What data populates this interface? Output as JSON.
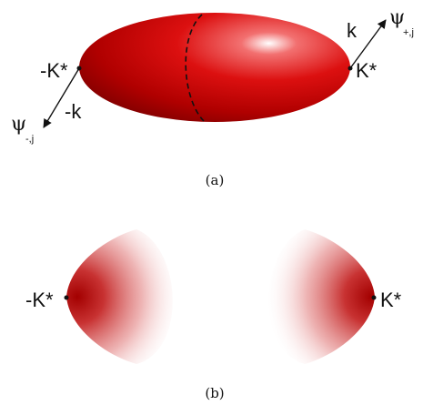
{
  "panel_a": {
    "caption": "(a)",
    "left_point_label": "-K*",
    "right_point_label": "K*",
    "left_vector_label": "-k",
    "right_vector_label": "k",
    "left_wavefunction": {
      "symbol": "ψ",
      "subscript": "-,j"
    },
    "right_wavefunction": {
      "symbol": "ψ",
      "subscript": "+,j"
    }
  },
  "panel_b": {
    "caption": "(b)",
    "left_point_label": "-K*",
    "right_point_label": "K*"
  },
  "colors": {
    "ellipsoid": "#d40000",
    "highlight": "#ffffff",
    "shadow": "#8a0000",
    "text": "#111111"
  }
}
